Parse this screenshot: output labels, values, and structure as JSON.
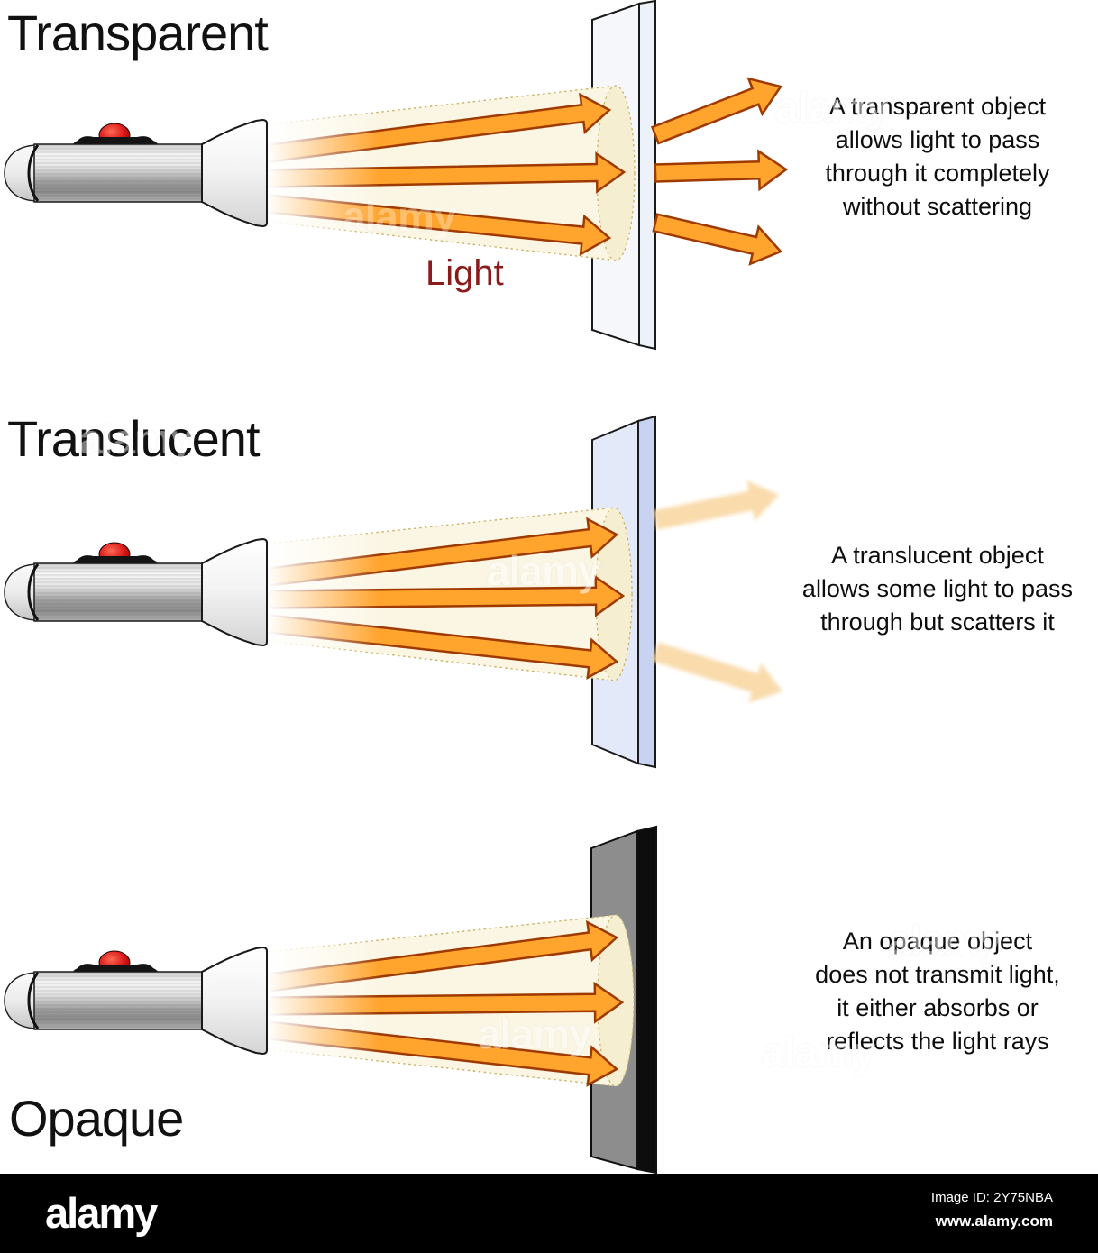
{
  "sections": [
    {
      "title": "Transparent",
      "desc_lines": [
        "A transparent object",
        "allows light to pass",
        "through it completely",
        "without scattering"
      ]
    },
    {
      "title": "Translucent",
      "desc_lines": [
        "A translucent object",
        "allows some light to pass",
        "through but scatters it"
      ]
    },
    {
      "title": "Opaque",
      "desc_lines": [
        "An opaque object",
        "does not transmit light,",
        "it either absorbs or",
        "reflects the light rays"
      ]
    }
  ],
  "labels": {
    "light": "Light"
  },
  "watermark": {
    "text": "alamy"
  },
  "footer": {
    "logo": "alamy",
    "image_id": "Image ID: 2Y75NBA",
    "website": "www.alamy.com"
  },
  "colors": {
    "arrow_fill": "#FFA42C",
    "arrow_outline": "#9E3A00",
    "beam_fill": "#FBF6E4",
    "spot_fill": "#F5EED1",
    "beam_edge_dash": "#C8B46A",
    "faded_arrow_fill": "#F9D9A6",
    "light_label": "#8B1A1A",
    "transparent_panel_front": "#F5F7FB",
    "transparent_panel_side": "#EDF1F9",
    "translucent_panel_front": "#E3E9F8",
    "translucent_panel_side": "#C7D3F0",
    "opaque_panel_front": "#8D8D8D",
    "opaque_panel_side": "#0D0D0D"
  }
}
